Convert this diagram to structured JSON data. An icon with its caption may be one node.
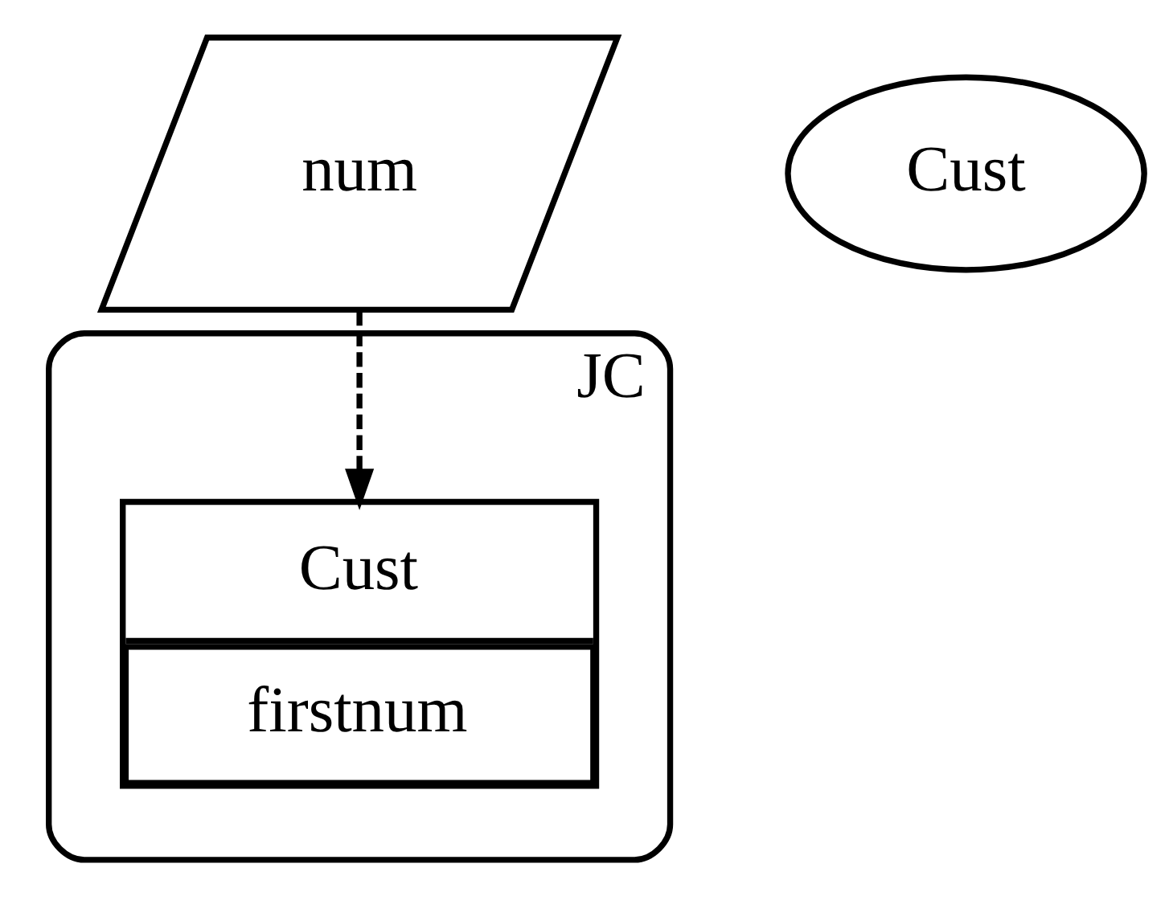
{
  "diagram": {
    "nodes": [
      {
        "text": [
          "num"
        ]
      },
      {
        "text": [
          "JC"
        ]
      },
      {
        "text": [
          "Cust",
          "firstnum"
        ],
        "in": 1
      },
      {
        "text": [
          "Cust"
        ]
      }
    ],
    "edges": [
      {
        "from": 0,
        "to": 2,
        "arrow": "to",
        "style": "dashed"
      }
    ]
  }
}
